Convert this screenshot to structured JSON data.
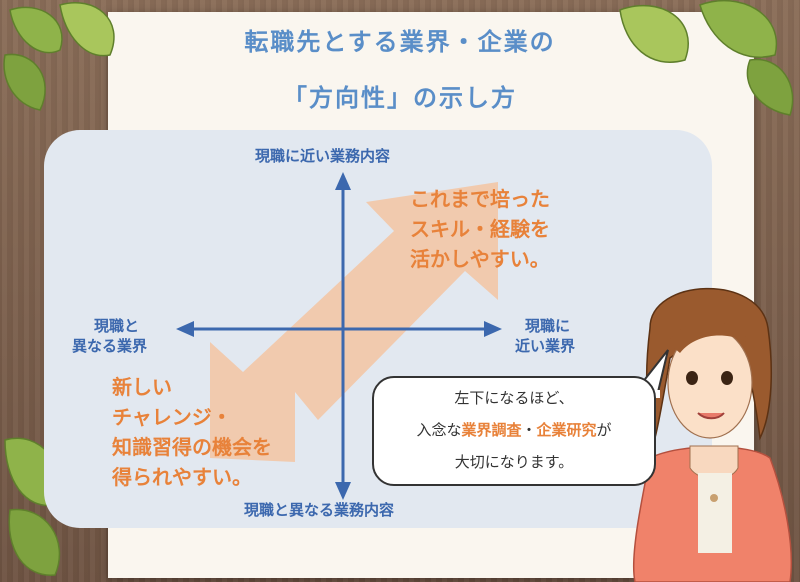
{
  "title": {
    "line1": "転職先とする業界・企業の",
    "line2": "「方向性」の示し方"
  },
  "axes": {
    "top": "現職に近い業務内容",
    "bottom": "現職と異なる業務内容",
    "left_line1": "現職と",
    "left_line2": "異なる業界",
    "right_line1": "現職に",
    "right_line2": "近い業界"
  },
  "quadrants": {
    "upper_right": [
      "これまで培った",
      "スキル・経験を",
      "活かしやすい。"
    ],
    "lower_left": [
      "新しい",
      "チャレンジ・",
      "知識習得の機会を",
      "得られやすい。"
    ]
  },
  "speech_bubble": {
    "line1": "左下になるほど、",
    "line2_prefix": "入念な",
    "line2_highlight1": "業界調査",
    "line2_mid": "・",
    "line2_highlight2": "企業研究",
    "line2_suffix": "が",
    "line3": "大切になります。"
  },
  "colors": {
    "title": "#5a8ec8",
    "axis": "#3c68ae",
    "highlight": "#e8823a",
    "arrow": "#f3c7a6",
    "paper": "#faf6ef",
    "panel": "#e2e8f0"
  },
  "icons": {
    "leaves": "leaf-icon",
    "person": "woman-illustration"
  }
}
